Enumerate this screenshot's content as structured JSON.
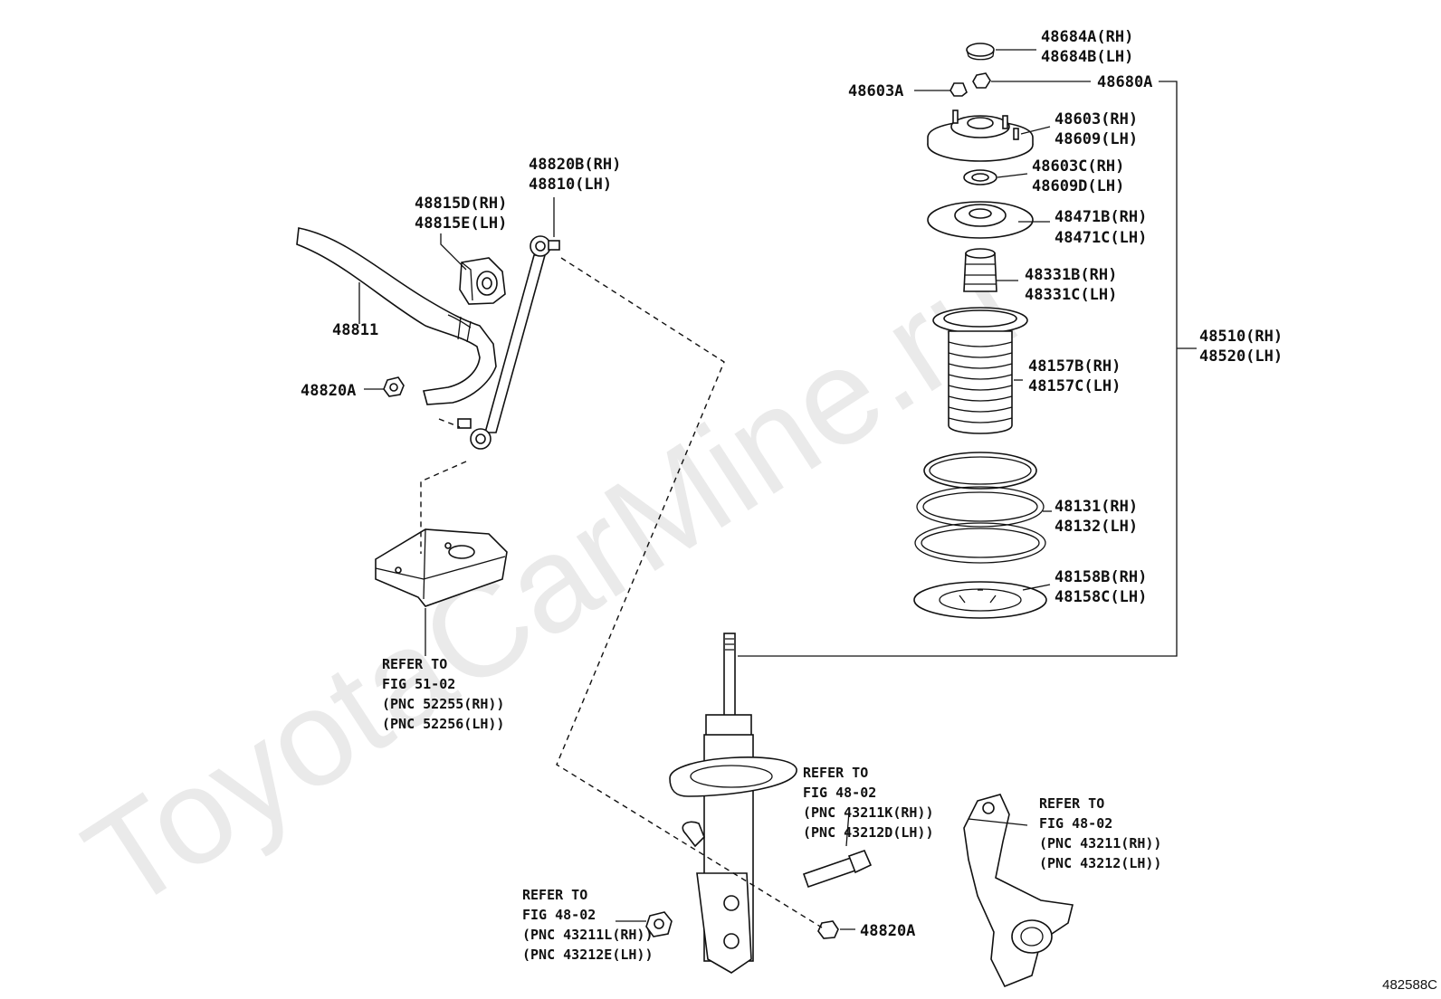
{
  "watermark": "ToyotaCarMine.ru",
  "diagram_code": "482588C",
  "labels": {
    "p48684a": "48684A(RH)",
    "p48684b": "48684B(LH)",
    "p48603a": "48603A",
    "p48680a": "48680A",
    "p48603": "48603(RH)",
    "p48609": "48609(LH)",
    "p48603c": "48603C(RH)",
    "p48609d": "48609D(LH)",
    "p48471b": "48471B(RH)",
    "p48471c": "48471C(LH)",
    "p48331b": "48331B(RH)",
    "p48331c": "48331C(LH)",
    "p48510": "48510(RH)",
    "p48520": "48520(LH)",
    "p48157b": "48157B(RH)",
    "p48157c": "48157C(LH)",
    "p48131": "48131(RH)",
    "p48132": "48132(LH)",
    "p48158b": "48158B(RH)",
    "p48158c": "48158C(LH)",
    "p48820b": "48820B(RH)",
    "p48810": "48810(LH)",
    "p48815d": "48815D(RH)",
    "p48815e": "48815E(LH)",
    "p48811": "48811",
    "p48820a_left": "48820A",
    "p48820a_bottom": "48820A"
  },
  "refs": {
    "stabilizer_bracket": [
      "REFER TO",
      "FIG 51-02",
      "(PNC 52255(RH))",
      "(PNC 52256(LH))"
    ],
    "bolt": [
      "REFER TO",
      "FIG 48-02",
      "(PNC 43211K(RH))",
      "(PNC 43212D(LH))"
    ],
    "knuckle": [
      "REFER TO",
      "FIG 48-02",
      "(PNC 43211(RH))",
      "(PNC 43212(LH))"
    ],
    "nut": [
      "REFER TO",
      "FIG 48-02",
      "(PNC 43211L(RH))",
      "(PNC 43212E(LH))"
    ]
  }
}
